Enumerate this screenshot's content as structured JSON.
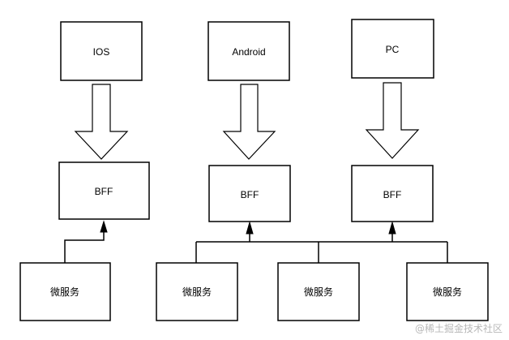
{
  "diagram": {
    "clients": [
      {
        "id": "ios",
        "label": "IOS"
      },
      {
        "id": "android",
        "label": "Android"
      },
      {
        "id": "pc",
        "label": "PC"
      }
    ],
    "bffs": [
      {
        "id": "bff-1",
        "label": "BFF"
      },
      {
        "id": "bff-2",
        "label": "BFF"
      },
      {
        "id": "bff-3",
        "label": "BFF"
      }
    ],
    "services": [
      {
        "id": "svc-1",
        "label": "微服务"
      },
      {
        "id": "svc-2",
        "label": "微服务"
      },
      {
        "id": "svc-3",
        "label": "微服务"
      },
      {
        "id": "svc-4",
        "label": "微服务"
      }
    ],
    "edges": [
      {
        "from": "ios",
        "to": "bff-1",
        "style": "hollow-arrow"
      },
      {
        "from": "android",
        "to": "bff-2",
        "style": "hollow-arrow"
      },
      {
        "from": "pc",
        "to": "bff-3",
        "style": "hollow-arrow"
      },
      {
        "from": "svc-1",
        "to": "bff-1",
        "style": "line-arrow"
      },
      {
        "from": "svc-2",
        "to": "bff-2",
        "style": "line-arrow"
      },
      {
        "from": "svc-2",
        "to": "bff-3",
        "style": "line-arrow"
      },
      {
        "from": "svc-3",
        "to": "bff-2",
        "style": "line-arrow"
      },
      {
        "from": "svc-3",
        "to": "bff-3",
        "style": "line-arrow"
      },
      {
        "from": "svc-4",
        "to": "bff-2",
        "style": "line-arrow"
      },
      {
        "from": "svc-4",
        "to": "bff-3",
        "style": "line-arrow"
      }
    ]
  },
  "watermark": "@稀土掘金技术社区"
}
